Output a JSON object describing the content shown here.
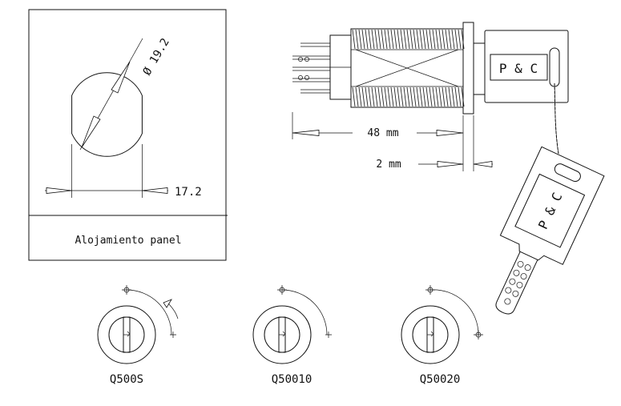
{
  "panel": {
    "diameter_label": "Ø 19.2",
    "width_label": "17.2",
    "caption": "Alojamiento panel"
  },
  "side_view": {
    "length_label": "48 mm",
    "thickness_label": "2 mm",
    "brand_label": "P & C"
  },
  "key": {
    "brand_label": "P & C"
  },
  "variants": [
    {
      "label": "Q500S"
    },
    {
      "label": "Q50010"
    },
    {
      "label": "Q50020"
    }
  ],
  "colors": {
    "line": "#111111",
    "background": "#ffffff"
  }
}
